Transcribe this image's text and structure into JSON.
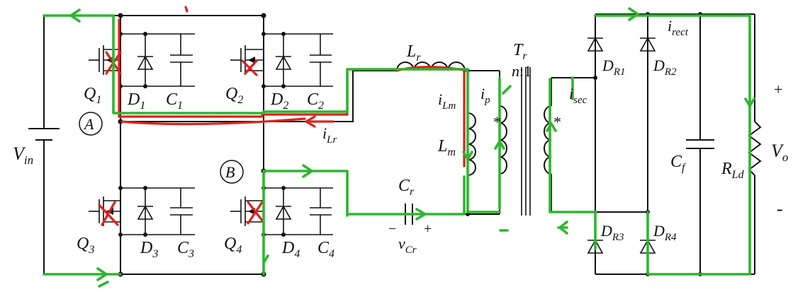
{
  "labels": {
    "vin": {
      "main": "V",
      "sub": "in"
    },
    "node_a": "A",
    "node_b": "B",
    "q1": {
      "main": "Q",
      "sub": "1"
    },
    "q2": {
      "main": "Q",
      "sub": "2"
    },
    "q3": {
      "main": "Q",
      "sub": "3"
    },
    "q4": {
      "main": "Q",
      "sub": "4"
    },
    "d1": {
      "main": "D",
      "sub": "1"
    },
    "d2": {
      "main": "D",
      "sub": "2"
    },
    "d3": {
      "main": "D",
      "sub": "3"
    },
    "d4": {
      "main": "D",
      "sub": "4"
    },
    "c1": {
      "main": "C",
      "sub": "1"
    },
    "c2": {
      "main": "C",
      "sub": "2"
    },
    "c3": {
      "main": "C",
      "sub": "3"
    },
    "c4": {
      "main": "C",
      "sub": "4"
    },
    "lr": {
      "main": "L",
      "sub": "r"
    },
    "ilr": {
      "main": "i",
      "sub": "Lr"
    },
    "tr": {
      "main": "T",
      "sub": "r"
    },
    "ratio": {
      "n": "n",
      "rest": ":1"
    },
    "ilm": {
      "main": "i",
      "sub": "Lm"
    },
    "ip": {
      "main": "i",
      "sub": "p"
    },
    "isec": {
      "main": "i",
      "sub": "sec"
    },
    "lm": {
      "main": "L",
      "sub": "m"
    },
    "cr": {
      "main": "C",
      "sub": "r"
    },
    "vcr": {
      "main": "v",
      "sub": "Cr"
    },
    "cr_minus": "−",
    "cr_plus": "+",
    "dr1": {
      "main": "D",
      "sub": "R1"
    },
    "dr2": {
      "main": "D",
      "sub": "R2"
    },
    "dr3": {
      "main": "D",
      "sub": "R3"
    },
    "dr4": {
      "main": "D",
      "sub": "R4"
    },
    "irect": {
      "main": "i",
      "sub": "rect"
    },
    "cf": {
      "main": "C",
      "sub": "f"
    },
    "rld": {
      "main": "R",
      "sub": "Ld"
    },
    "vo": {
      "main": "V",
      "sub": "o"
    },
    "out_plus": "+",
    "out_minus": "-",
    "dot_mark": "*"
  },
  "colors": {
    "circuit": "#111111",
    "red_path": "#e0201b",
    "green_path": "#2fb52f"
  }
}
